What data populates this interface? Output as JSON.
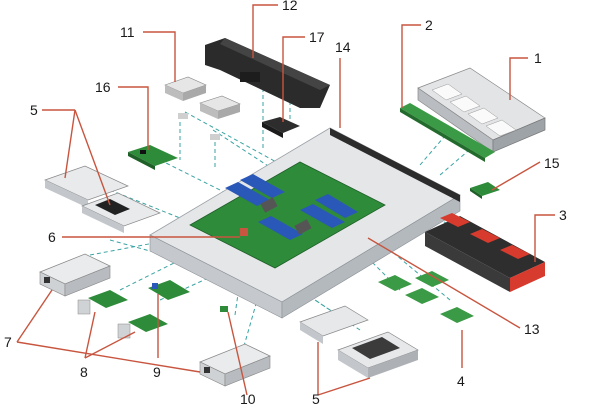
{
  "callouts": {
    "c1": "1",
    "c2": "2",
    "c3": "3",
    "c4": "4",
    "c5a": "5",
    "c5b": "5",
    "c6": "6",
    "c7": "7",
    "c8": "8",
    "c9": "9",
    "c10": "10",
    "c11": "11",
    "c12": "12",
    "c13": "13",
    "c14": "14",
    "c15": "15",
    "c16": "16",
    "c17": "17"
  },
  "colors": {
    "leader": "#c8553f",
    "guide": "#3aa3a3",
    "pcb_green": "#2e8b3a",
    "dimm_blue": "#2a58b8",
    "fan_red": "#d63b2e",
    "chassis": "#d9dcdf",
    "dark_part": "#2b2b2b"
  }
}
